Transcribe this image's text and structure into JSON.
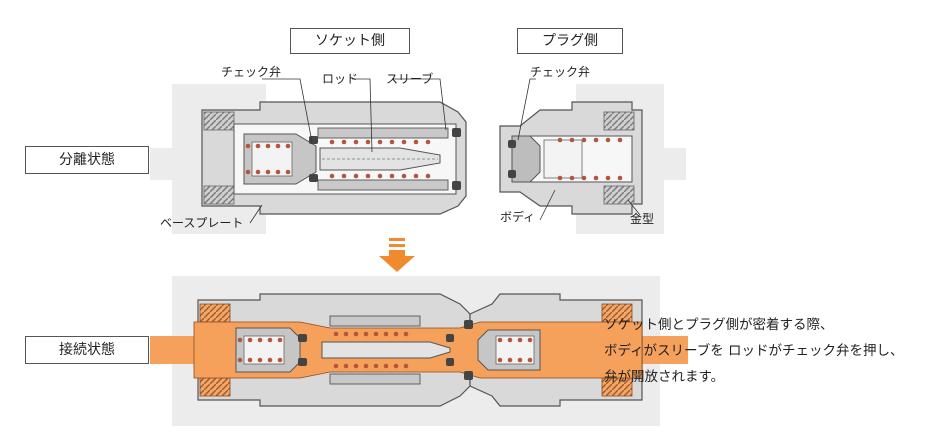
{
  "labels": {
    "socket_side": "ソケット側",
    "plug_side": "プラグ側",
    "separated_state": "分離状態",
    "connected_state": "接続状態"
  },
  "callouts": {
    "check_valve_socket": "チェック弁",
    "rod": "ロッド",
    "sleeve": "スリーブ",
    "check_valve_plug": "チェック弁",
    "base_plate": "ベースプレート",
    "body": "ボディ",
    "mold": "金型"
  },
  "description": [
    "ソケット側とプラグ側が密着する際、",
    "ボディがスリーブを ロッドがチェック弁を押し、",
    "弁が開放されます。"
  ],
  "colors": {
    "arrow": "#f08a2c",
    "fluid": "#f5a15c",
    "metal": "#d9d9d9",
    "background_block": "#ececec",
    "spring": "#b5553e"
  }
}
